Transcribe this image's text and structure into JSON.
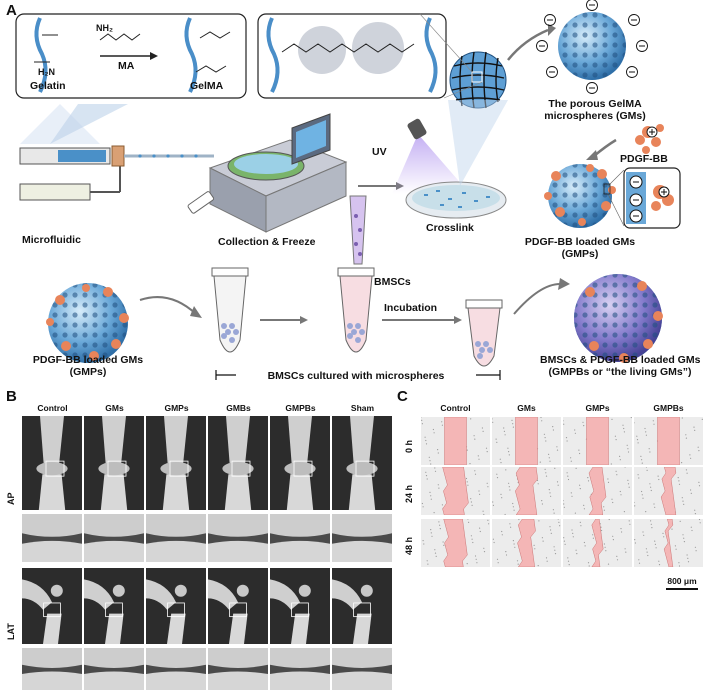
{
  "panel_labels": {
    "a": "A",
    "b": "B",
    "c": "C"
  },
  "panel_a": {
    "gelatin": "Gelatin",
    "ma": "MA",
    "gelma": "GelMA",
    "nh2_top": "NH₂",
    "nh2_left": "H₂N",
    "microfluidic": "Microfluidic",
    "collection": "Collection & Freeze",
    "crosslink": "Crosslink",
    "uv": "UV",
    "porous_line1": "The porous GelMA",
    "porous_line2": "microspheres (GMs)",
    "pdgf": "PDGF-BB",
    "loaded_line1": "PDGF-BB loaded GMs",
    "loaded_line2": "(GMPs)",
    "bmscs": "BMSCs",
    "incubation": "Incubation",
    "gmps_left_line1": "PDGF-BB loaded GMs",
    "gmps_left_line2": "(GMPs)",
    "cultured": "BMSCs cultured with microspheres",
    "final_line1": "BMSCs & PDGF-BB loaded GMs",
    "final_line2": "(GMPBs or “the living GMs”)"
  },
  "panel_b": {
    "columns": [
      "Control",
      "GMs",
      "GMPs",
      "GMBs",
      "GMPBs",
      "Sham"
    ],
    "rows": [
      "AP",
      "LAT"
    ]
  },
  "panel_c": {
    "columns": [
      "Control",
      "GMs",
      "GMPs",
      "GMPBs"
    ],
    "rows": [
      "0 h",
      "24 h",
      "48 h"
    ],
    "scalebar": "800 μm",
    "wound_width": [
      [
        1.0,
        1.0,
        1.0,
        1.0
      ],
      [
        0.95,
        0.8,
        0.55,
        0.45
      ],
      [
        0.85,
        0.6,
        0.3,
        0.18
      ]
    ]
  },
  "colors": {
    "gel_blue": "#4a90c8",
    "pdgf_orange": "#e8845a",
    "wound_pink": "#f4b6b6",
    "cell_purple": "#7b5fb0"
  }
}
